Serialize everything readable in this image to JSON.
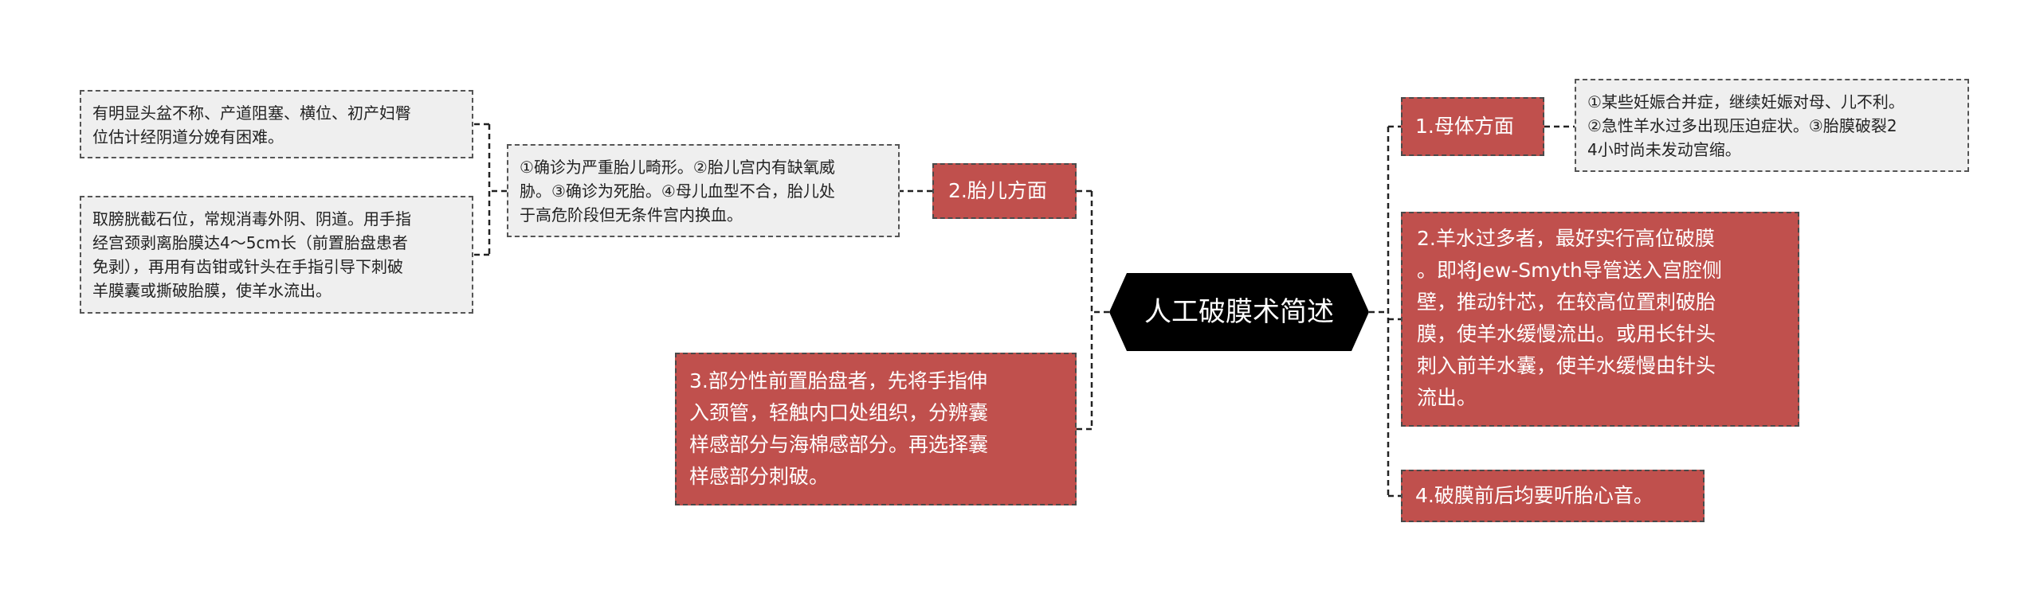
{
  "root": {
    "label": "人工破膜术简述"
  },
  "branches": {
    "mother": {
      "label": "1.母体方面"
    },
    "fetus": {
      "label": "2.胎儿方面"
    },
    "amniotic": {
      "label": "2.羊水过多者，最好实行高位破膜\n。即将Jew-Smyth导管送入宫腔侧\n壁，推动针芯，在较高位置刺破胎\n膜，使羊水缓慢流出。或用长针头\n刺入前羊水囊，使羊水缓慢由针头\n流出。"
    },
    "placenta": {
      "label": "3.部分性前置胎盘者，先将手指伸\n入颈管，轻触内口处组织，分辨囊\n样感部分与海棉感部分。再选择囊\n样感部分刺破。"
    },
    "listen": {
      "label": "4.破膜前后均要听胎心音。"
    }
  },
  "leaves": {
    "maternal": {
      "label": "①某些妊娠合并症，继续妊娠对母、儿不利。\n②急性羊水过多出现压迫症状。③胎膜破裂2\n4小时尚未发动宫缩。"
    },
    "fetal": {
      "label": "①确诊为严重胎儿畸形。②胎儿宫内有缺氧威\n胁。③确诊为死胎。④母儿血型不合，胎儿处\n于高危阶段但无条件宫内换血。"
    },
    "pelvis": {
      "label": "有明显头盆不称、产道阻塞、横位、初产妇臀\n位估计经阴道分娩有困难。"
    },
    "bladder": {
      "label": "取膀胱截石位，常规消毒外阴、阴道。用手指\n经宫颈剥离胎膜达4～5cm长（前置胎盘患者\n免剥），再用有齿钳或针头在手指引导下刺破\n羊膜囊或撕破胎膜，使羊水流出。"
    }
  },
  "colors": {
    "branch_fill": "#c0504d",
    "leaf_fill": "#efefef",
    "root_fill": "#000000",
    "connector": "#222222"
  }
}
